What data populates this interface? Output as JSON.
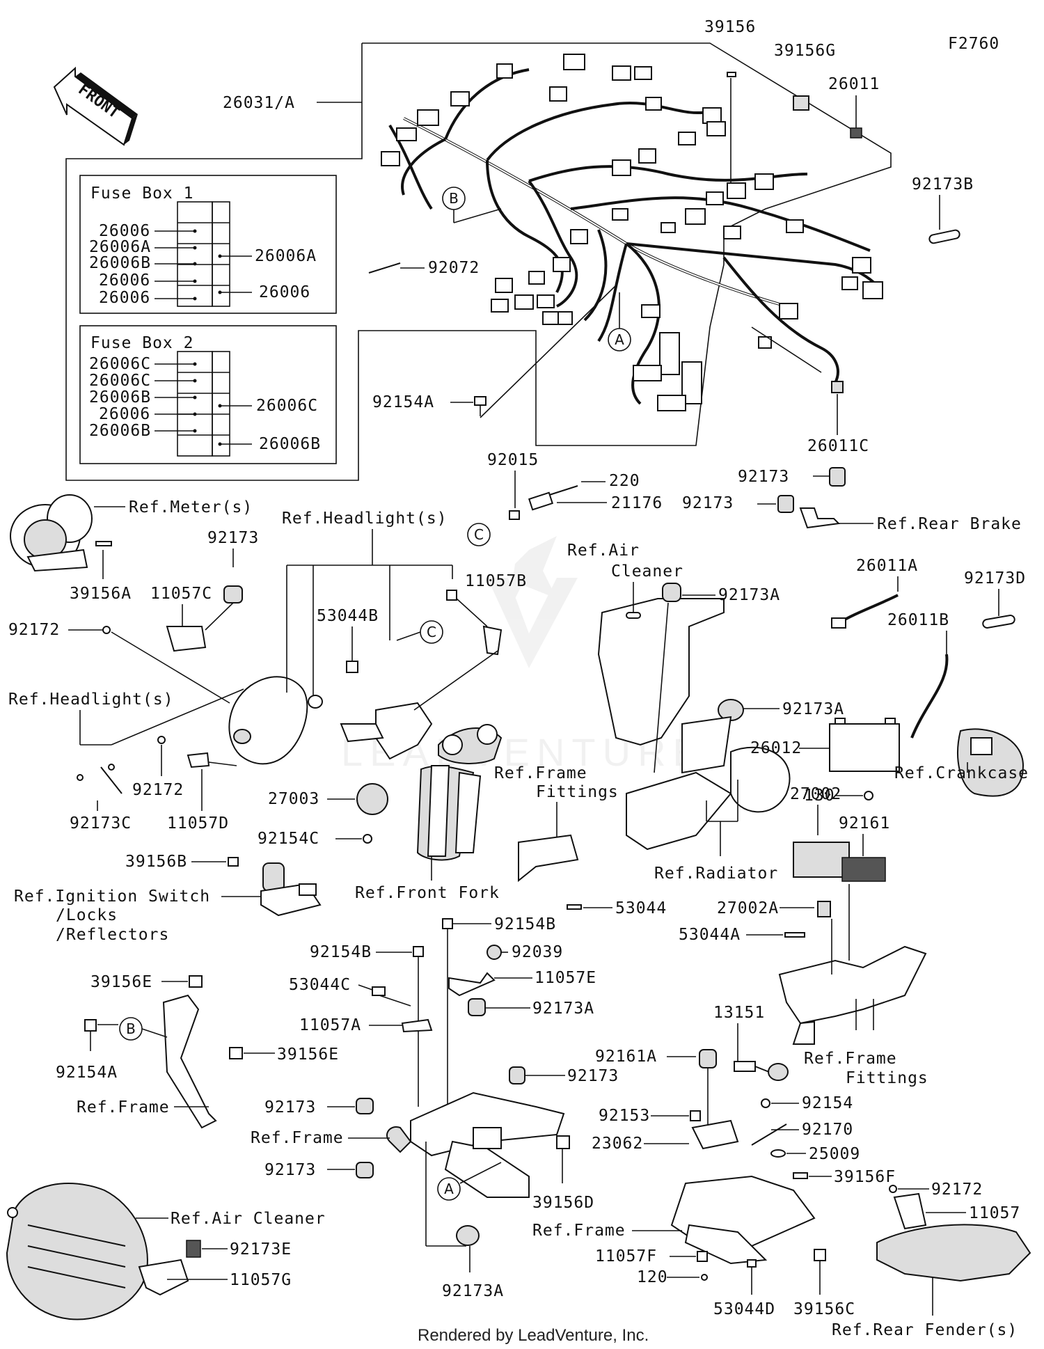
{
  "figure_code": "F2760",
  "front_arrow": "FRONT",
  "footer": "Rendered by LeadVenture, Inc.",
  "fuse_box_1": {
    "title": "Fuse Box 1",
    "left": [
      "26006",
      "26006A",
      "26006B",
      "26006",
      "26006"
    ],
    "right": [
      "26006A",
      "26006"
    ]
  },
  "fuse_box_2": {
    "title": "Fuse Box 2",
    "left": [
      "26006C",
      "26006C",
      "26006B",
      "26006",
      "26006B"
    ],
    "right": [
      "26006C",
      "26006B"
    ]
  },
  "circles": [
    "A",
    "B",
    "C",
    "C",
    "B",
    "A"
  ],
  "labels": {
    "l26031A": "26031/A",
    "l39156": "39156",
    "l39156G": "39156G",
    "l26011": "26011",
    "l92173B": "92173B",
    "l92072": "92072",
    "l92154A_top": "92154A",
    "l26011C": "26011C",
    "l92015": "92015",
    "l220": "220",
    "l21176": "21176",
    "l92173_rb1": "92173",
    "l92173_rb2": "92173",
    "refRearBrake": "Ref.Rear Brake",
    "refMeters": "Ref.Meter(s)",
    "l39156A": "39156A",
    "l11057C": "11057C",
    "l92173_m": "92173",
    "l92172_a": "92172",
    "refHeadlights1": "Ref.Headlight(s)",
    "refHeadlights2": "Ref.Headlight(s)",
    "l11057B": "11057B",
    "l53044B": "53044B",
    "refAirCleaner1a": "Ref.Air",
    "refAirCleaner1b": "Cleaner",
    "l92173A_1": "92173A",
    "l92173A_2": "92173A",
    "l26011A": "26011A",
    "l92173D": "92173D",
    "l26011B": "26011B",
    "l26012": "26012",
    "l130": "130",
    "refCrankcase": "Ref.Crankcase",
    "l92172_b": "92172",
    "l11057D": "11057D",
    "l92173C": "92173C",
    "refFrameFittings1a": "Ref.Frame",
    "refFrameFittings1b": "Fittings",
    "l27003": "27003",
    "l92154C": "92154C",
    "l27002": "27002",
    "l92161": "92161",
    "refRadiator": "Ref.Radiator",
    "l39156B": "39156B",
    "refIgnition1": "Ref.Ignition Switch",
    "refIgnition2": "/Locks",
    "refIgnition3": "/Reflectors",
    "refFrontFork": "Ref.Front Fork",
    "l53044": "53044",
    "l27002A": "27002A",
    "l53044A": "53044A",
    "l92154B_1": "92154B",
    "l92154B_2": "92154B",
    "l92039": "92039",
    "l11057E": "11057E",
    "l39156E_1": "39156E",
    "l53044C": "53044C",
    "l92173A_3": "92173A",
    "l11057A": "11057A",
    "l92154A_b": "92154A",
    "l39156E_2": "39156E",
    "refFrameFittings2a": "Ref.Frame",
    "refFrameFittings2b": "Fittings",
    "l13151": "13151",
    "l92161A": "92161A",
    "l92173_f1": "92173",
    "l92173_f2": "92173",
    "l92173_f3": "92173",
    "refFrame1": "Ref.Frame",
    "refFrame2": "Ref.Frame",
    "refFrame3": "Ref.Frame",
    "l92153": "92153",
    "l92154": "92154",
    "l23062": "23062",
    "l92170": "92170",
    "l25009": "25009",
    "l39156F": "39156F",
    "l39156D": "39156D",
    "l92172_c": "92172",
    "l11057": "11057",
    "refAirCleaner2": "Ref.Air Cleaner",
    "l92173A_4": "92173A",
    "l11057F": "11057F",
    "l120": "120",
    "l92173E": "92173E",
    "l11057G": "11057G",
    "l53044D": "53044D",
    "l39156C": "39156C",
    "refRearFender": "Ref.Rear Fender(s)"
  },
  "watermark": "LEADVENTURE"
}
